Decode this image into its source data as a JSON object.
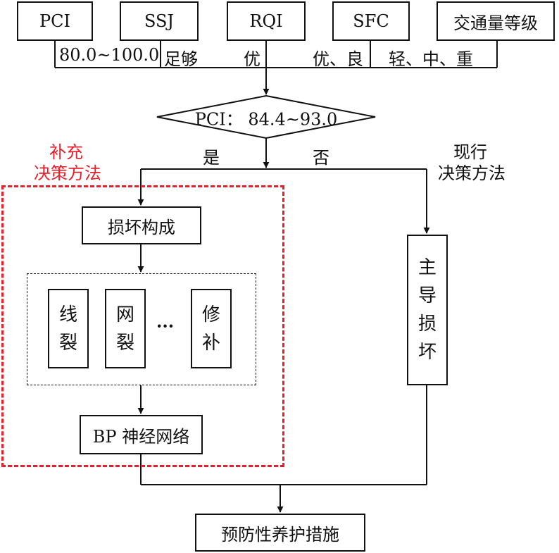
{
  "top_boxes": [
    {
      "label": "PCI"
    },
    {
      "label": "SSJ"
    },
    {
      "label": "RQI"
    },
    {
      "label": "SFC"
    },
    {
      "label": "交通量等级"
    }
  ],
  "criteria": [
    "80.0~100.0",
    "足够",
    "优",
    "优、良",
    "轻、中、重"
  ],
  "decision": "PCI：  84.4~93.0",
  "yes_label": "是",
  "no_label": "否",
  "supplement_title_line1": "补充",
  "supplement_title_line2": "决策方法",
  "current_title_line1": "现行",
  "current_title_line2": "决策方法",
  "damage_composition": "损坏构成",
  "damage_types": [
    "线裂",
    "网裂",
    "修补"
  ],
  "ellipsis": "···",
  "bp_network": "BP 神经网络",
  "main_damage": "主导损坏",
  "preventive_measures": "预防性养护措施",
  "colors": {
    "line": "#111111",
    "accent_red": "#e5202b"
  }
}
